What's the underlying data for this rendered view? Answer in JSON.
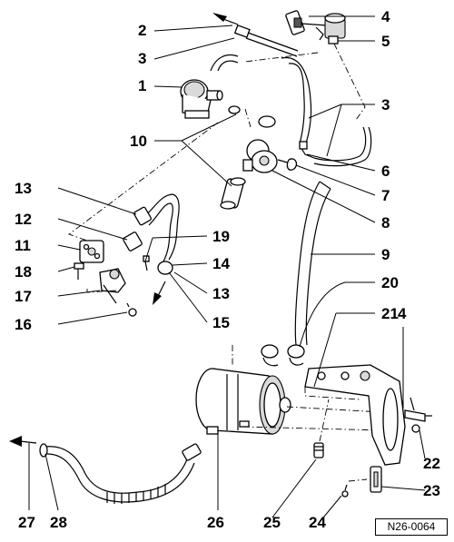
{
  "diagram": {
    "reference_code": "N26-0064",
    "callouts": {
      "c1": "1",
      "c2": "2",
      "c3a": "3",
      "c3b": "3",
      "c4a": "4",
      "c4b": "4",
      "c5": "5",
      "c6": "6",
      "c7": "7",
      "c8": "8",
      "c9": "9",
      "c10": "10",
      "c11": "11",
      "c12": "12",
      "c13a": "13",
      "c13b": "13",
      "c14": "14",
      "c15": "15",
      "c16": "16",
      "c17": "17",
      "c18": "18",
      "c19": "19",
      "c20": "20",
      "c21": "21",
      "c22": "22",
      "c23": "23",
      "c24": "24",
      "c25": "25",
      "c26": "26",
      "c27": "27",
      "c28": "28"
    }
  }
}
